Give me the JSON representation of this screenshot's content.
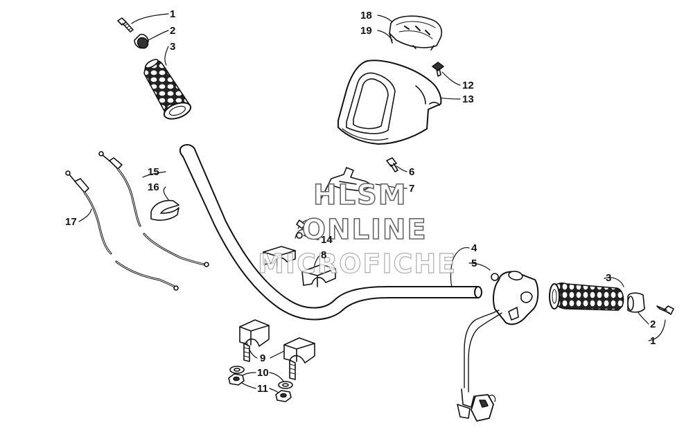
{
  "watermark": {
    "line1": "HLSM",
    "line2": "ONLINE",
    "line3": "MICROFICHE"
  },
  "callouts": {
    "c1_top": "1",
    "c2_top": "2",
    "c3_top": "3",
    "c18": "18",
    "c19": "19",
    "c12": "12",
    "c13": "13",
    "c15": "15",
    "c16": "16",
    "c17": "17",
    "c6": "6",
    "c7": "7",
    "c14": "14",
    "c8": "8",
    "c4": "4",
    "c5": "5",
    "c3_right": "3",
    "c2_right": "2",
    "c1_right": "1",
    "c9": "9",
    "c10": "10",
    "c11": "11"
  }
}
